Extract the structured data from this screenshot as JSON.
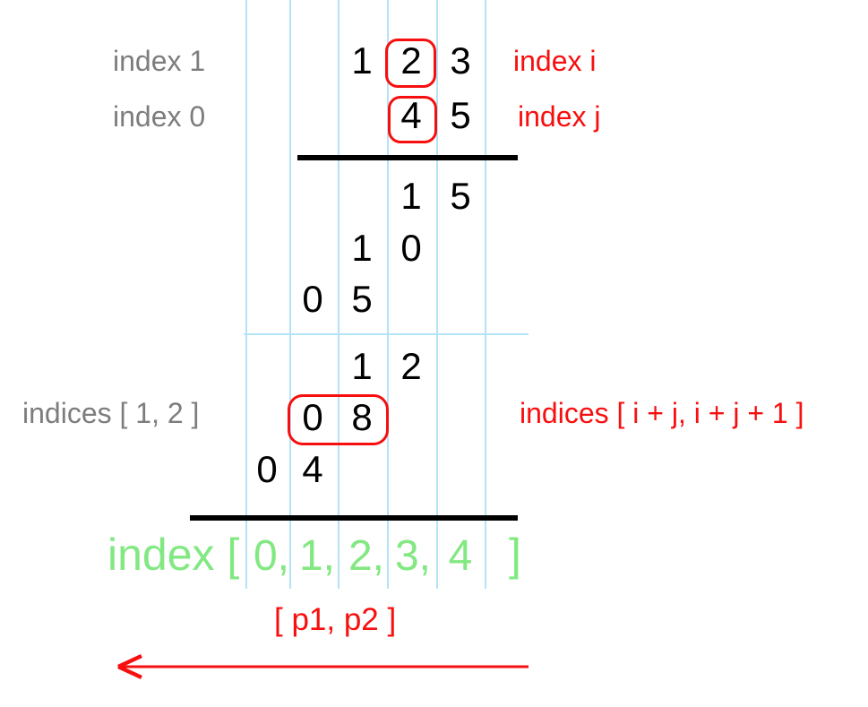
{
  "colors": {
    "guide_line_blue": "#b5e3f6",
    "highlight_red": "#f70f0f",
    "label_gray": "#7d7d7d",
    "index_green": "#82e882",
    "digit_black": "#000000"
  },
  "problem": {
    "multiplicand": "123",
    "multiplier": "45",
    "partial_products": [
      "15",
      "10",
      "05",
      "12",
      "08",
      "04"
    ]
  },
  "labels": {
    "left_row_top": "index 1",
    "left_row_second": "index 0",
    "right_row_top": "index i",
    "right_row_second": "index j",
    "left_mid": "indices [ 1, 2 ]",
    "right_mid": "indices [ i + j, i + j + 1 ]",
    "green_prefix": "index [",
    "green_close": "]",
    "pointer_pair": "[ p1, p2 ]"
  },
  "grid": {
    "rows": [
      {
        "name": "multiplicand",
        "cells": [
          {
            "d": "1"
          },
          {
            "d": "2"
          },
          {
            "d": "3"
          }
        ]
      },
      {
        "name": "multiplier",
        "cells": [
          {
            "d": "4"
          },
          {
            "d": "5"
          }
        ]
      },
      {
        "name": "partial-15",
        "cells": [
          {
            "d": "1"
          },
          {
            "d": "5"
          }
        ]
      },
      {
        "name": "partial-10",
        "cells": [
          {
            "d": "1"
          },
          {
            "d": "0"
          }
        ]
      },
      {
        "name": "partial-05",
        "cells": [
          {
            "d": "0"
          },
          {
            "d": "5"
          }
        ]
      },
      {
        "name": "partial-12",
        "cells": [
          {
            "d": "1"
          },
          {
            "d": "2"
          }
        ]
      },
      {
        "name": "partial-08",
        "cells": [
          {
            "d": "0"
          },
          {
            "d": "8"
          }
        ]
      },
      {
        "name": "partial-04",
        "cells": [
          {
            "d": "0"
          },
          {
            "d": "4"
          }
        ]
      }
    ]
  },
  "index_row": {
    "values": [
      "0,",
      "1,",
      "2,",
      "3,",
      "4"
    ]
  }
}
